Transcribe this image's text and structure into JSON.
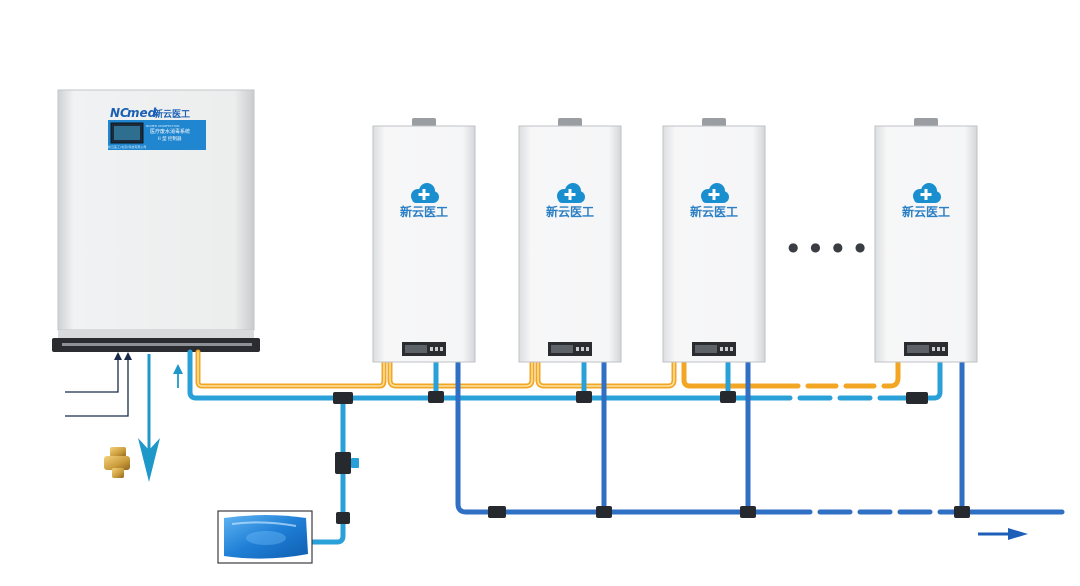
{
  "main_unit": {
    "brand_prefix": "NC",
    "brand_suffix": "med",
    "brand_cn": "新云医工",
    "panel_title_line1": "医疗废水消毒系统",
    "panel_title_line2": "II 型 控制器",
    "panel_subtitle": "NCMED DISINFECTION",
    "panel_footer": "新云医工(北京)科技有限公司"
  },
  "units": [
    {
      "brand_cn": "新云医工"
    },
    {
      "brand_cn": "新云医工"
    },
    {
      "brand_cn": "新云医工"
    },
    {
      "brand_cn": "新云医工"
    }
  ],
  "ellipsis": "● ● ● ●",
  "colors": {
    "water_light": "#2aa0d8",
    "water_dark": "#2f6fc4",
    "supply_orange": "#f2a623",
    "arrow_teal": "#1e97c9",
    "logo_blue": "#1a8fd0",
    "cabinet_gray": "#e6e7e9"
  }
}
